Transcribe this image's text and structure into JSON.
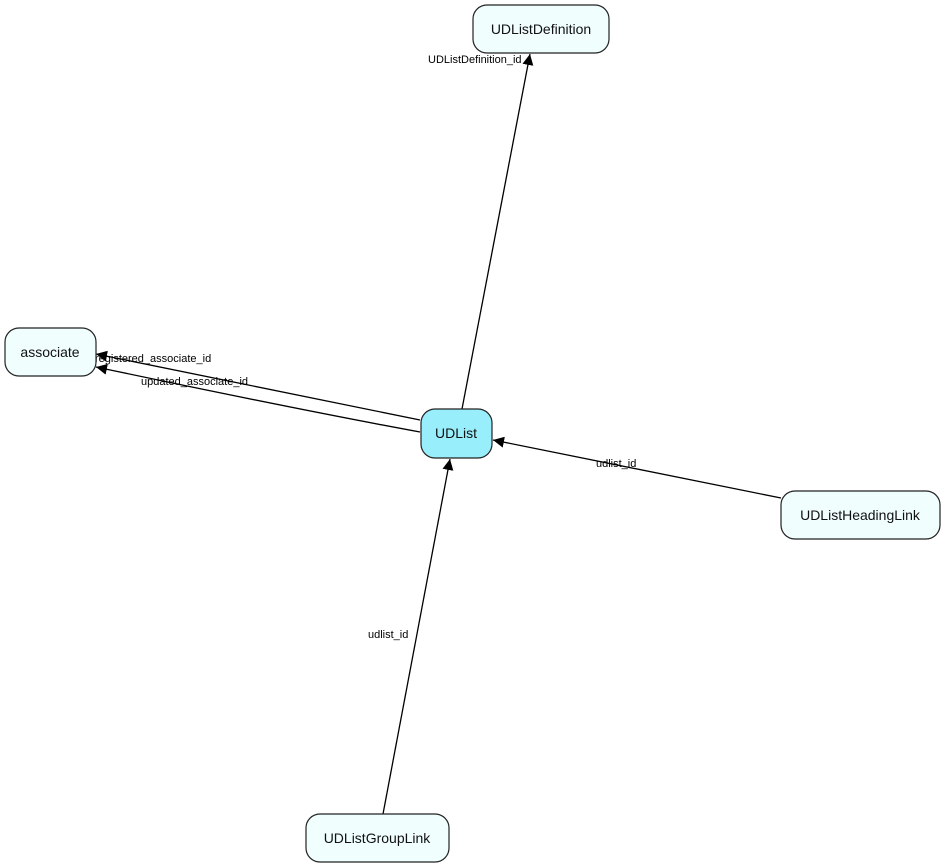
{
  "nodes": {
    "udlist": "UDList",
    "udlistdefinition": "UDListDefinition",
    "associate": "associate",
    "udlistheadinglink": "UDListHeadingLink",
    "udlistgrouplink": "UDListGroupLink"
  },
  "edges": {
    "definition": "UDListDefinition_id",
    "registered": "registered_associate_id",
    "updated": "updated_associate_id",
    "heading": "udlist_id",
    "group": "udlist_id"
  },
  "colors": {
    "main_node": "#99eefc",
    "node": "#f0fefe"
  }
}
